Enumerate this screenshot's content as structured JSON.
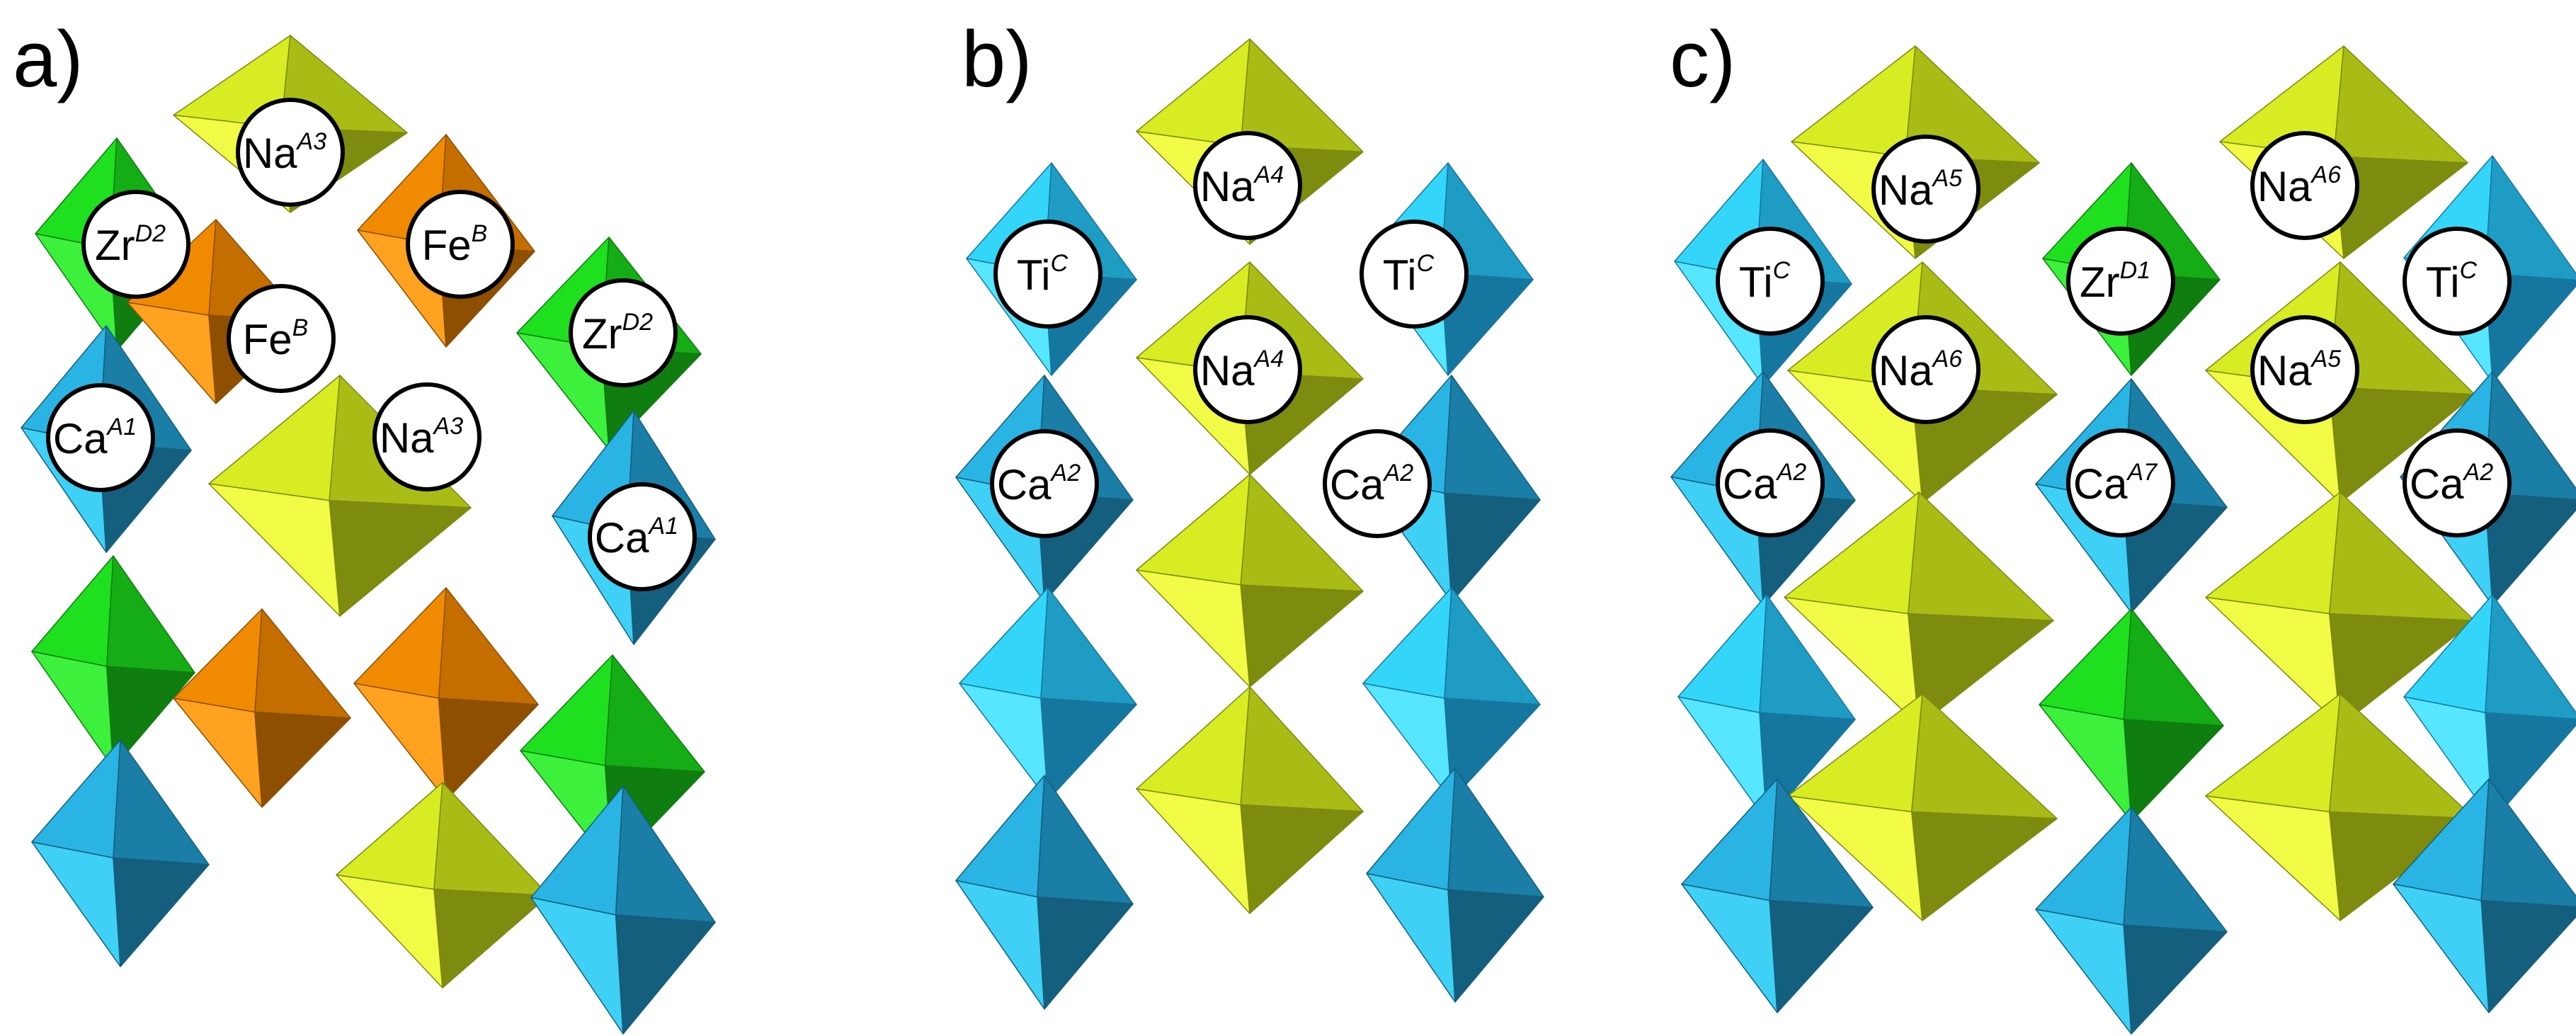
{
  "palette": {
    "Ca": [
      "#2ab4e3",
      "#1a7ea6",
      "#145f7d",
      "#3fd0f5"
    ],
    "Ti": [
      "#33d6f8",
      "#1f9cc4",
      "#1577a0",
      "#56e6ff"
    ],
    "Zr": [
      "#1ee01e",
      "#15ad15",
      "#0f7d0f",
      "#3cf03c"
    ],
    "Na": [
      "#d7ec22",
      "#a9bc16",
      "#7d8b0f",
      "#f1fa45"
    ],
    "Fe": [
      "#f08a00",
      "#c46e00",
      "#8e4f00",
      "#ffa21f"
    ]
  },
  "panels": [
    {
      "letter": "a)",
      "labels": [
        {
          "element": "Na",
          "site": "A3"
        },
        {
          "element": "Zr",
          "site": "D2"
        },
        {
          "element": "Fe",
          "site": "B"
        },
        {
          "element": "Fe",
          "site": "B"
        },
        {
          "element": "Zr",
          "site": "D2"
        },
        {
          "element": "Ca",
          "site": "A1"
        },
        {
          "element": "Na",
          "site": "A3"
        },
        {
          "element": "Ca",
          "site": "A1"
        }
      ]
    },
    {
      "letter": "b)",
      "labels": [
        {
          "element": "Na",
          "site": "A4"
        },
        {
          "element": "Ti",
          "site": "C"
        },
        {
          "element": "Ti",
          "site": "C"
        },
        {
          "element": "Na",
          "site": "A4"
        },
        {
          "element": "Ca",
          "site": "A2"
        },
        {
          "element": "Ca",
          "site": "A2"
        }
      ]
    },
    {
      "letter": "c)",
      "labels": [
        {
          "element": "Na",
          "site": "A5"
        },
        {
          "element": "Na",
          "site": "A6"
        },
        {
          "element": "Ti",
          "site": "C"
        },
        {
          "element": "Zr",
          "site": "D1"
        },
        {
          "element": "Ti",
          "site": "C"
        },
        {
          "element": "Na",
          "site": "A6"
        },
        {
          "element": "Na",
          "site": "A5"
        },
        {
          "element": "Ca",
          "site": "A2"
        },
        {
          "element": "Ca",
          "site": "A7"
        },
        {
          "element": "Ca",
          "site": "A2"
        }
      ]
    }
  ]
}
